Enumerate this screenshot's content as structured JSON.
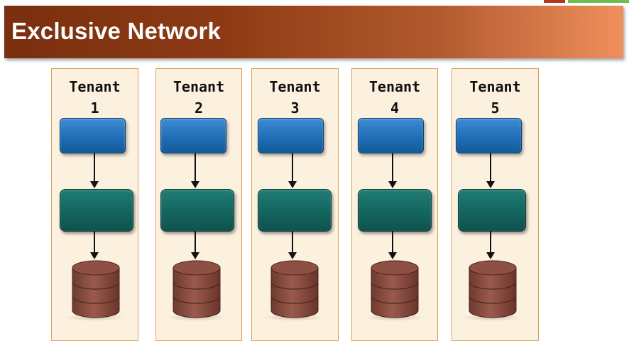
{
  "slide": {
    "title": "Exclusive Network"
  },
  "tenants": [
    {
      "line1": "Tenant",
      "line2": "1"
    },
    {
      "line1": "Tenant",
      "line2": "2"
    },
    {
      "line1": "Tenant",
      "line2": "3"
    },
    {
      "line1": "Tenant",
      "line2": "4"
    },
    {
      "line1": "Tenant",
      "line2": "5"
    }
  ],
  "colors": {
    "title_gradient_start": "#7a2f0f",
    "title_gradient_end": "#ef8f5d",
    "column_fill": "#fcf0de",
    "column_border": "#d9a25a",
    "app_box": "#1e6cb4",
    "server_box": "#14655f",
    "database": "#8b4f43"
  },
  "icons": {
    "app": "blue-rounded-box",
    "server": "teal-rounded-box",
    "database": "database-cylinder-icon",
    "connector": "down-arrow-icon"
  }
}
